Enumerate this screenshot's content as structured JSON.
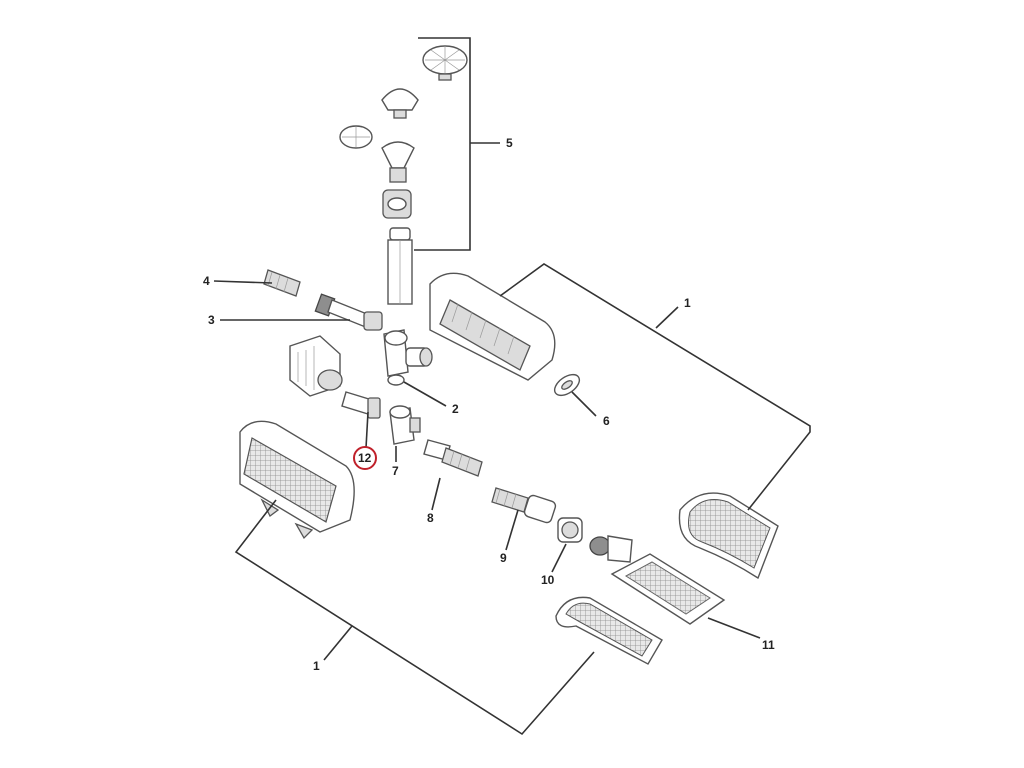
{
  "callouts": {
    "c1_top": "1",
    "c1_bottom": "1",
    "c2": "2",
    "c3": "3",
    "c4": "4",
    "c5": "5",
    "c6": "6",
    "c7": "7",
    "c8": "8",
    "c9": "9",
    "c10": "10",
    "c11": "11",
    "c12": "12"
  },
  "highlight": {
    "part": "12",
    "color": "#c0202a"
  }
}
